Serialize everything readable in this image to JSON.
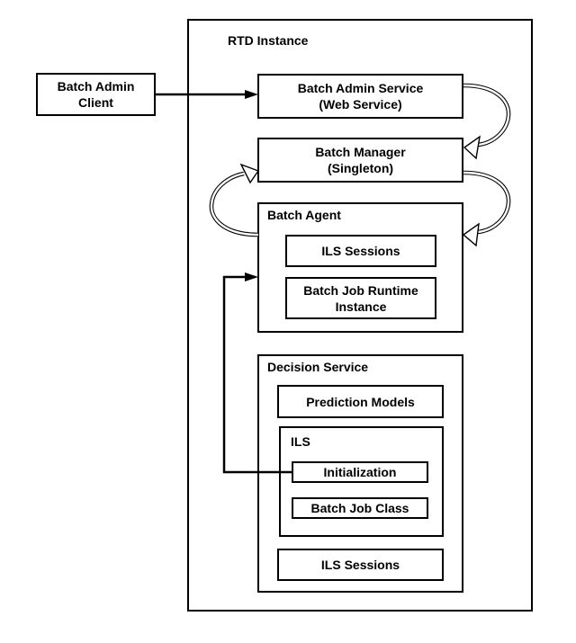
{
  "colors": {
    "background": "#ffffff",
    "line": "#000000",
    "text": "#000000"
  },
  "rtd_instance": {
    "label": "RTD Instance"
  },
  "batch_admin_client": {
    "lines": [
      "Batch Admin",
      "Client"
    ]
  },
  "batch_admin_service": {
    "lines": [
      "Batch Admin Service",
      "(Web Service)"
    ]
  },
  "batch_manager": {
    "lines": [
      "Batch Manager",
      "(Singleton)"
    ]
  },
  "batch_agent": {
    "label": "Batch Agent",
    "ils_sessions": "ILS Sessions",
    "batch_job_runtime": {
      "lines": [
        "Batch Job Runtime",
        "Instance"
      ]
    }
  },
  "decision_service": {
    "label": "Decision Service",
    "prediction_models": "Prediction Models",
    "ils": {
      "label": "ILS",
      "initialization": "Initialization",
      "batch_job_class": "Batch Job Class"
    },
    "ils_sessions": "ILS Sessions"
  },
  "connections": [
    {
      "from": "Batch Admin Client",
      "to": "Batch Admin Service (Web Service)",
      "style": "solid-filled-arrow"
    },
    {
      "from": "Batch Admin Service (Web Service)",
      "to": "Batch Manager (Singleton)",
      "style": "curved-open-arrow-right"
    },
    {
      "from": "Batch Manager (Singleton)",
      "to": "Batch Agent",
      "style": "curved-open-arrow-right"
    },
    {
      "from": "Batch Agent",
      "to": "Batch Manager (Singleton)",
      "style": "curved-open-arrow-left"
    },
    {
      "from": "Initialization",
      "to": "Batch Agent",
      "style": "solid-filled-arrow-elbow"
    }
  ]
}
